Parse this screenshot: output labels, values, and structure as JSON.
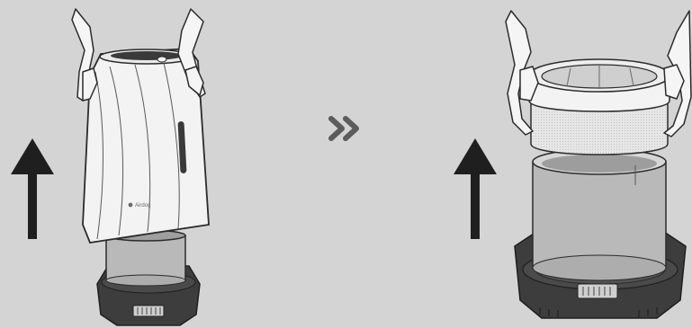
{
  "illustration": {
    "background": "#d4d4d4",
    "step_separator_icon": "double-chevron-right-icon",
    "step_separator_color": "#5c5c5c",
    "arrow_color": "#1f1f1f",
    "device": {
      "brand_logo_text": "Airdog",
      "body_color": "#f3f3f3",
      "outline_color": "#2b2b2b",
      "base_color": "#3a3a3a",
      "filter_mesh_color": "#e2e2e2",
      "inner_cylinder_color": "#b9b9b9"
    },
    "steps": [
      {
        "action": "lift-outer-shell-up",
        "arrow_icon": "arrow-up-icon"
      },
      {
        "action": "lift-filter-up",
        "arrow_icon": "arrow-up-icon"
      }
    ]
  }
}
